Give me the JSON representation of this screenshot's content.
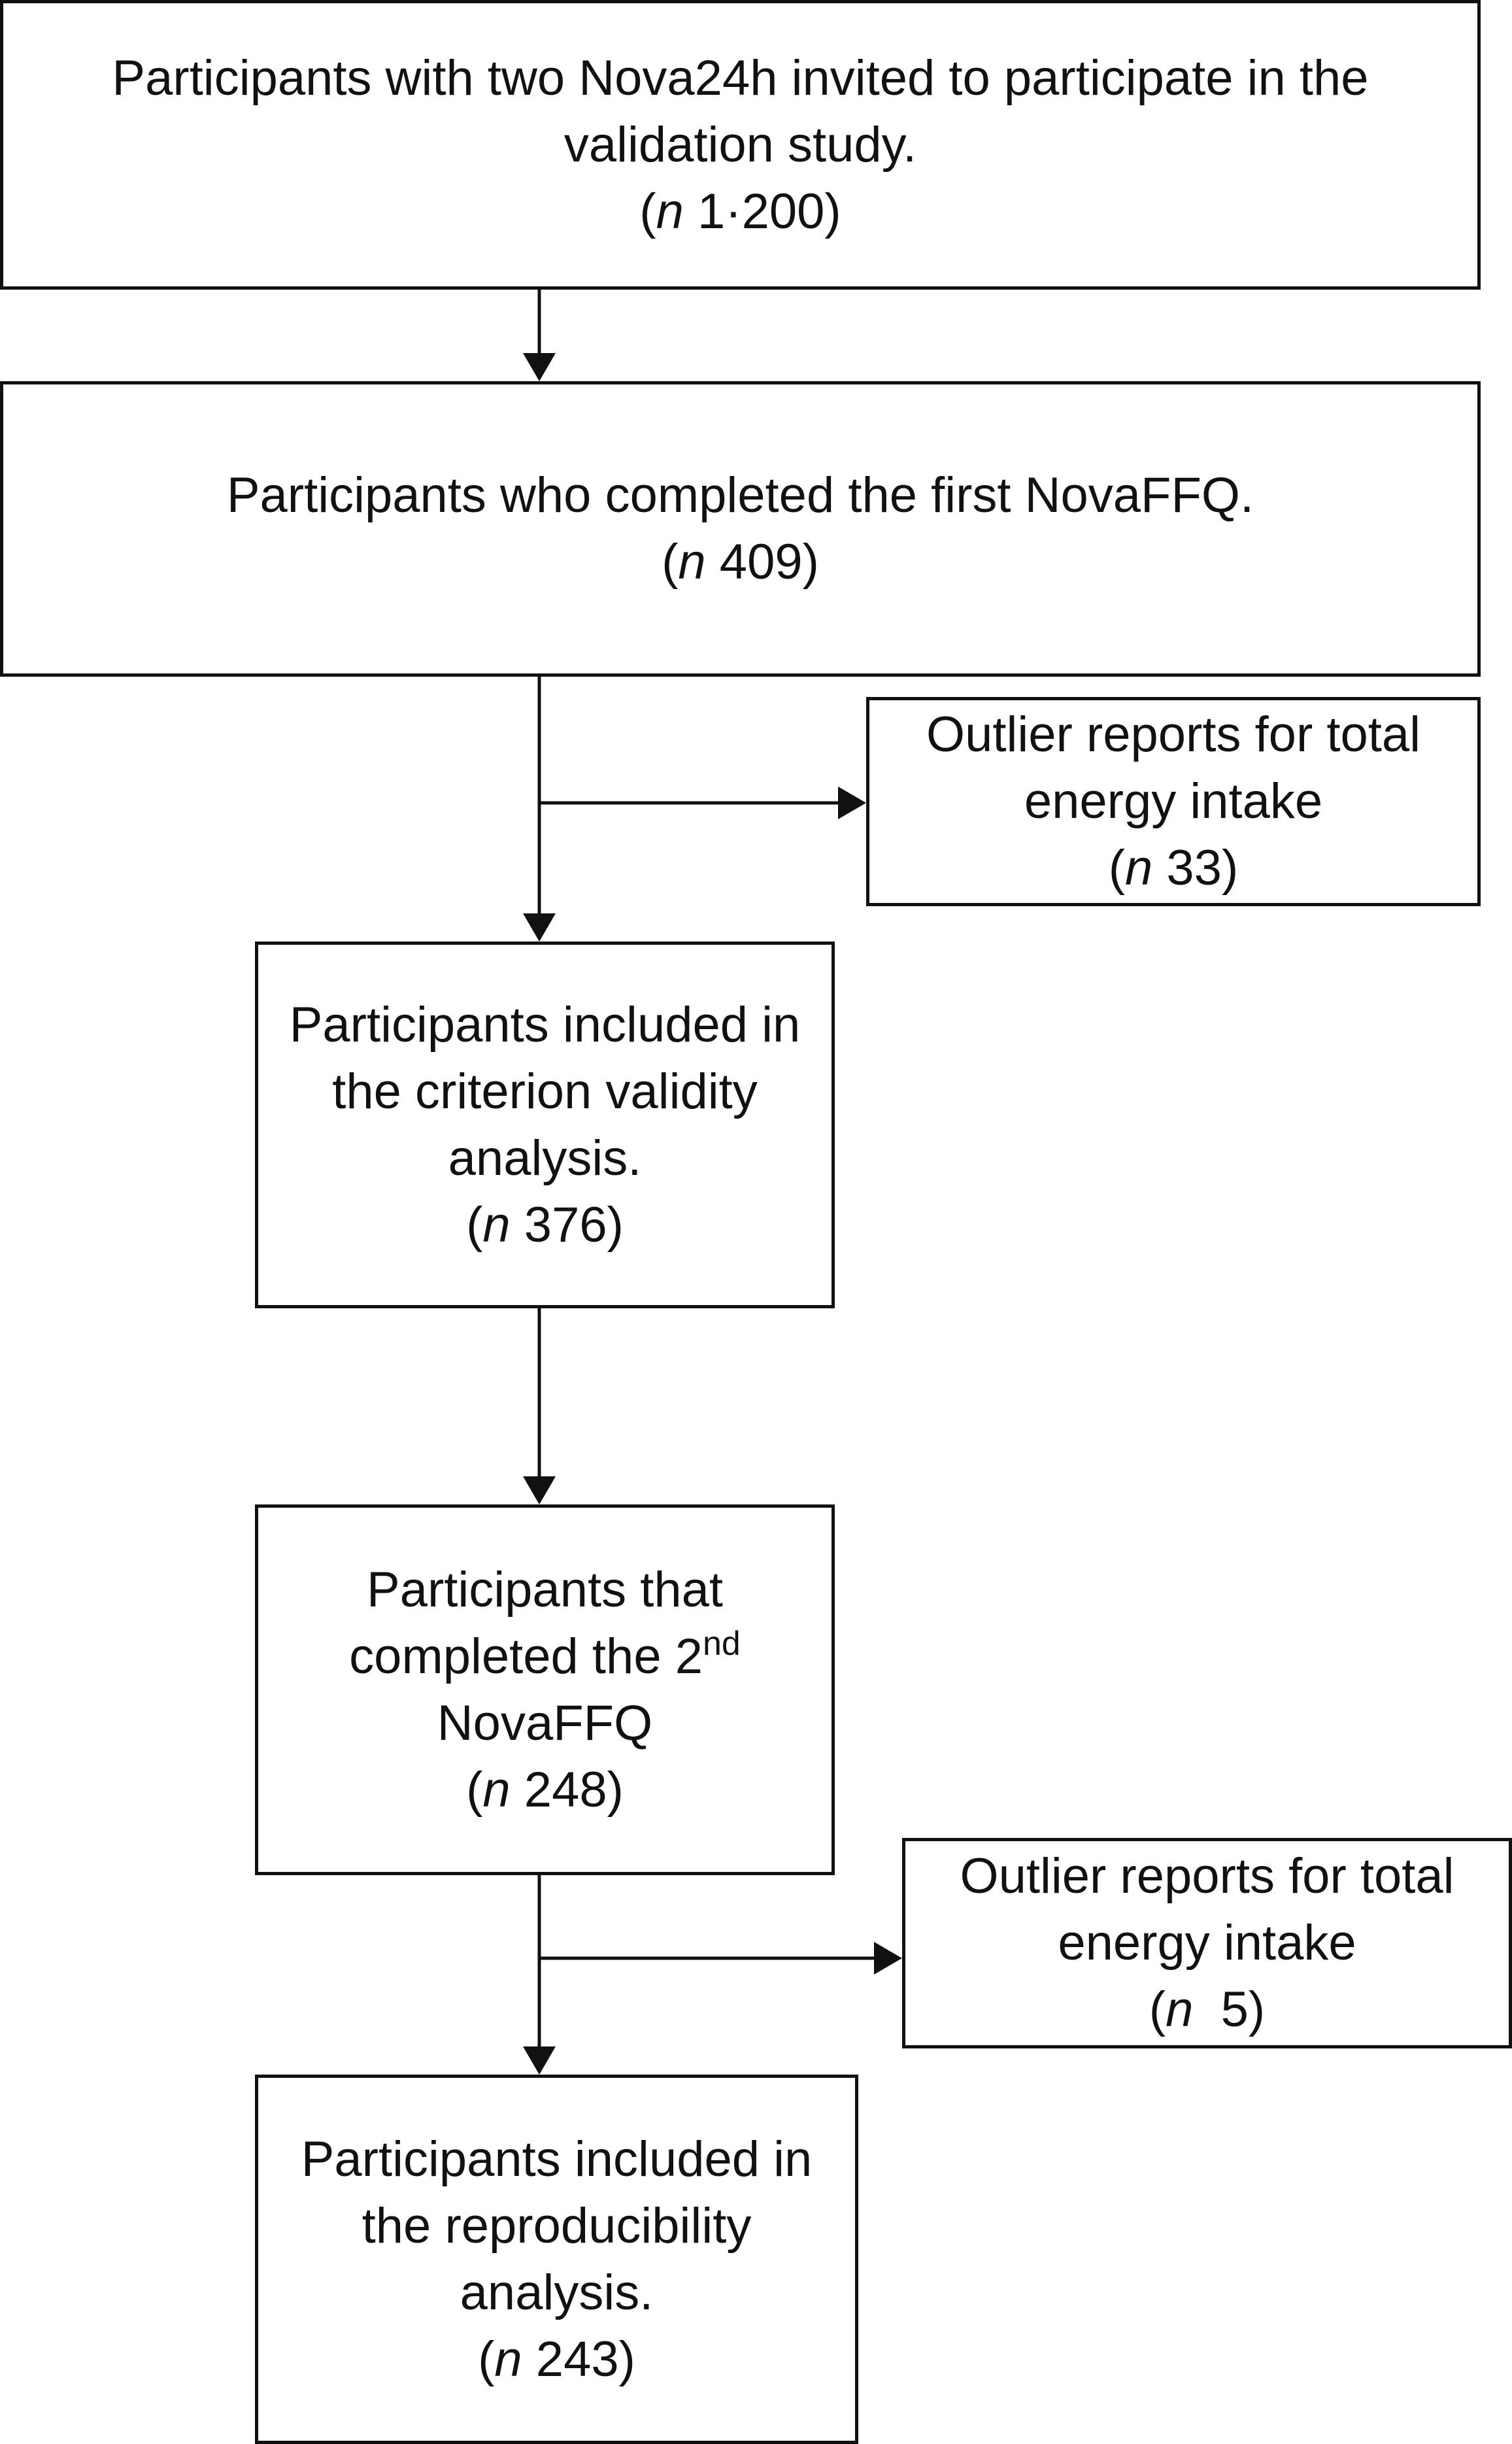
{
  "boxes": {
    "invited": {
      "lines": [
        "Participants with two Nova24h invited to participate in the",
        "validation study."
      ],
      "n_label": "n",
      "n_value": "1·200"
    },
    "first_ffq": {
      "lines": [
        "Participants who completed the first NovaFFQ."
      ],
      "n_label": "n",
      "n_value": "409"
    },
    "outlier_1": {
      "lines": [
        "Outlier reports for total",
        "energy intake"
      ],
      "n_label": "n",
      "n_value": "33"
    },
    "criterion": {
      "lines": [
        "Participants included in",
        "the criterion validity",
        "analysis."
      ],
      "n_label": "n",
      "n_value": "376"
    },
    "second_ffq": {
      "line1": "Participants that",
      "line2_main": "completed the 2",
      "line2_sup": "nd",
      "line3": "NovaFFQ",
      "n_label": "n",
      "n_value": "248"
    },
    "outlier_2": {
      "lines": [
        "Outlier reports for total",
        "energy intake"
      ],
      "n_label": "n",
      "n_value": "5"
    },
    "reproducibility": {
      "lines": [
        "Participants included in",
        "the reproducibility",
        "analysis."
      ],
      "n_label": "n",
      "n_value": "243"
    }
  },
  "edges": [
    {
      "from": "invited",
      "to": "first_ffq"
    },
    {
      "from": "first_ffq",
      "to": "criterion"
    },
    {
      "from": "first_ffq",
      "to": "outlier_1"
    },
    {
      "from": "criterion",
      "to": "second_ffq"
    },
    {
      "from": "second_ffq",
      "to": "reproducibility"
    },
    {
      "from": "second_ffq",
      "to": "outlier_2"
    }
  ],
  "colors": {
    "line": "#111111",
    "background": "#ffffff"
  }
}
